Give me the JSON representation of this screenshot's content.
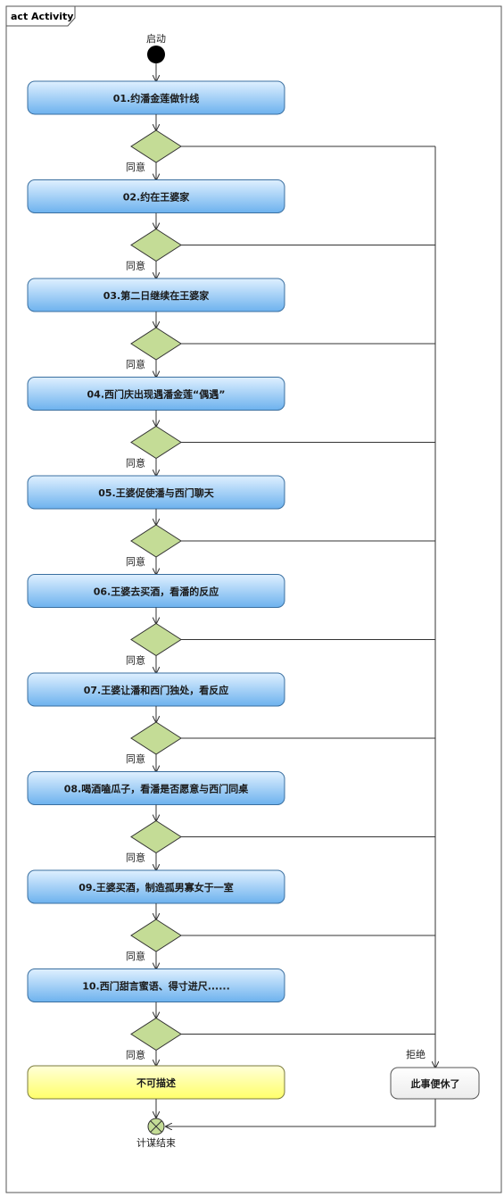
{
  "frame": {
    "title": "act Activity"
  },
  "start": {
    "label": "启动"
  },
  "activities": [
    {
      "label": "01.约潘金莲做针线"
    },
    {
      "label": "02.约在王婆家"
    },
    {
      "label": "03.第二日继续在王婆家"
    },
    {
      "label": "04.西门庆出现遇潘金莲“偶遇”"
    },
    {
      "label": "05.王婆促使潘与西门聊天"
    },
    {
      "label": "06.王婆去买酒，看潘的反应"
    },
    {
      "label": "07.王婆让潘和西门独处，看反应"
    },
    {
      "label": "08.喝酒嗑瓜子，看潘是否愿意与西门同桌"
    },
    {
      "label": "09.王婆买酒，制造孤男寡女于一室"
    },
    {
      "label": "10.西门甜言蜜语、得寸进尺......"
    }
  ],
  "decisions": [
    {
      "yes_label": "同意"
    },
    {
      "yes_label": "同意"
    },
    {
      "yes_label": "同意"
    },
    {
      "yes_label": "同意"
    },
    {
      "yes_label": "同意"
    },
    {
      "yes_label": "同意"
    },
    {
      "yes_label": "同意"
    },
    {
      "yes_label": "同意"
    },
    {
      "yes_label": "同意"
    },
    {
      "yes_label": "同意"
    }
  ],
  "final_activity": {
    "label": "不可描述"
  },
  "reject": {
    "edge_label": "拒绝",
    "label": "此事便休了"
  },
  "end": {
    "label": "计谋结束"
  },
  "colors": {
    "activity_top": "#d9ecff",
    "activity_bottom": "#6eb3ef",
    "final_top": "#ffffcc",
    "final_bottom": "#ffff66",
    "diamond": "#c4dc96",
    "line": "#333333"
  }
}
